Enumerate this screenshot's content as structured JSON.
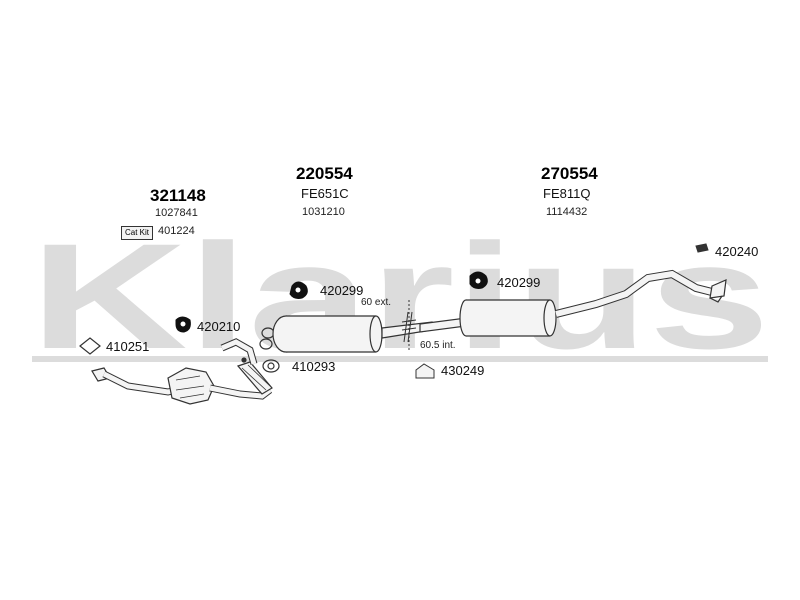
{
  "watermark": {
    "text": "Klarius",
    "color": "#d9d9d9"
  },
  "groups": [
    {
      "part": "321148",
      "ref1": "1027841",
      "ref2": "401224",
      "badge": "Cat Kit"
    },
    {
      "part": "220554",
      "ref1": "FE651C",
      "ref2": "1031210"
    },
    {
      "part": "270554",
      "ref1": "FE811Q",
      "ref2": "1114432"
    }
  ],
  "parts": {
    "p420240": "420240",
    "p420299a": "420299",
    "p420299b": "420299",
    "p420210": "420210",
    "p410251": "410251",
    "p410293": "410293",
    "p430249": "430249"
  },
  "dims": {
    "ext": "60 ext.",
    "int": "60.5 int."
  },
  "colors": {
    "pipe": "#f4f4f4",
    "stroke": "#333333",
    "rubber": "#111111"
  }
}
